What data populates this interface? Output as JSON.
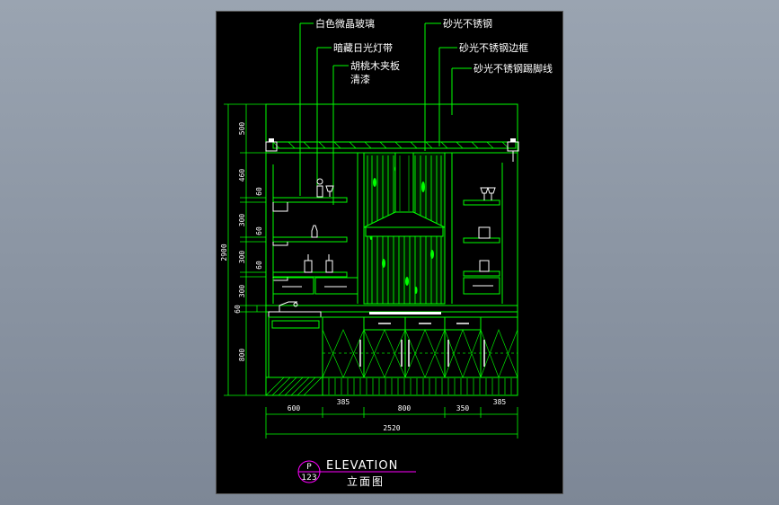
{
  "annotations": {
    "white_frosted_glass": "白色微晶玻璃",
    "hidden_fluorescent_strip": "暗藏日光灯带",
    "walnut_veneer_line1": "胡桃木夹板",
    "walnut_veneer_line2": "清漆",
    "satin_stainless": "砂光不锈钢",
    "satin_stainless_edge": "砂光不锈钢边框",
    "satin_stainless_baseboard": "砂光不锈钢踢脚线"
  },
  "vertical_dims": {
    "total": "2900",
    "segments": [
      "500",
      "460",
      "60",
      "300",
      "60",
      "300",
      "60",
      "300",
      "60",
      "800"
    ]
  },
  "horizontal_dims": {
    "segments": [
      "600",
      "385",
      "800",
      "350",
      "385"
    ],
    "total": "2520"
  },
  "title_block": {
    "bubble_top": "P",
    "bubble_bottom": "123",
    "title": "ELEVATION",
    "subtitle": "立面图"
  },
  "colors": {
    "line": "#00ff00",
    "magenta": "#ff00ff",
    "text": "#ffffff",
    "sheet": "#000000"
  }
}
